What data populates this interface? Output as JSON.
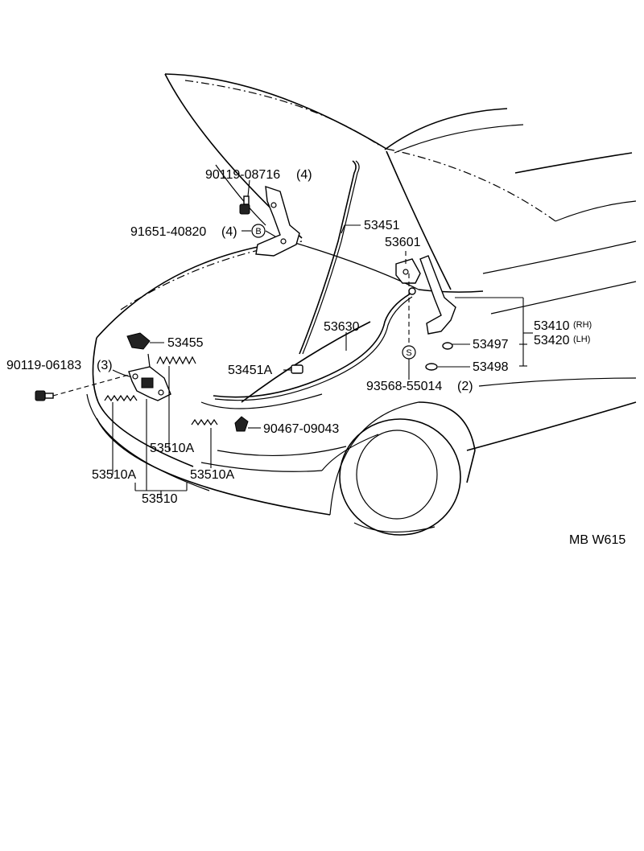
{
  "labels": {
    "bolt_hinge": "90119-08716",
    "bolt_hinge_qty": "(4)",
    "nut_hinge": "91651-40820",
    "nut_hinge_qty": "(4)",
    "nut_hinge_mark": "B",
    "support_rod": "53451",
    "hinge_assy": "53601",
    "cable": "53630",
    "hinge_rh": "53410",
    "hinge_rh_side": "(RH)",
    "hinge_lh": "53420",
    "hinge_lh_side": "(LH)",
    "cushion": "53497",
    "stopper": "53498",
    "screw_clip": "93568-55014",
    "screw_clip_qty": "(2)",
    "screw_clip_mark": "S",
    "rod_holder": "53455",
    "bolt_lock": "90119-06183",
    "bolt_lock_qty": "(3)",
    "rod_grommet": "53451A",
    "clamp": "90467-09043",
    "lock_sub_a1": "53510A",
    "lock_sub_a2": "53510A",
    "lock_sub_a3": "53510A",
    "lock_assy": "53510",
    "ref_code": "MB W615"
  }
}
